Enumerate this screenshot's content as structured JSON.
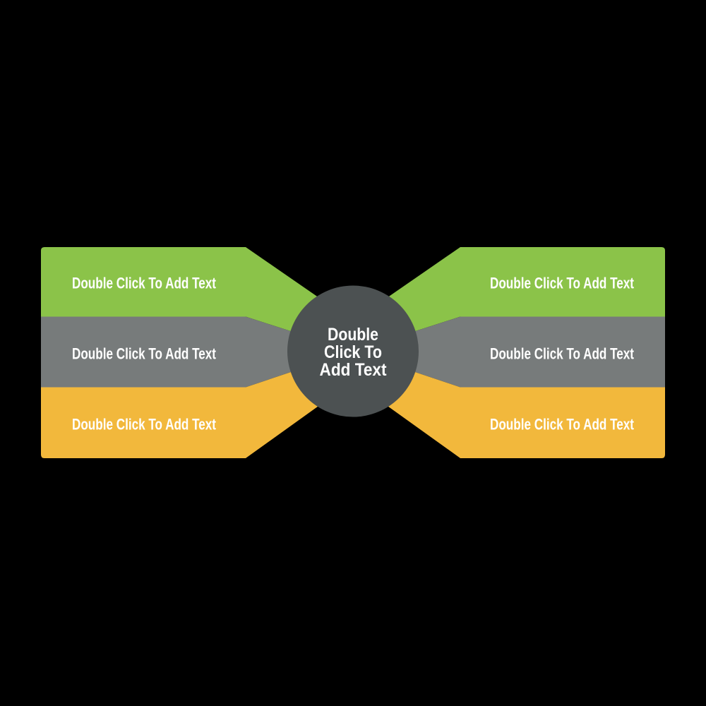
{
  "canvas": {
    "background": "#000000"
  },
  "palette": {
    "green": "#8BC349",
    "gray": "#777B7B",
    "yellow": "#F2B83C",
    "circle_fill": "#4C5152",
    "label_color": "#FFFFFF"
  },
  "center_circle": {
    "line1": "Double",
    "line2": "Click To",
    "line3": "Add Text"
  },
  "left_bars": [
    {
      "id": "green",
      "label": "Double Click To Add Text"
    },
    {
      "id": "gray",
      "label": "Double Click To Add Text"
    },
    {
      "id": "yellow",
      "label": "Double Click To Add Text"
    }
  ],
  "right_bars": [
    {
      "id": "green",
      "label": "Double Click To Add Text"
    },
    {
      "id": "gray",
      "label": "Double Click To Add Text"
    },
    {
      "id": "yellow",
      "label": "Double Click To Add Text"
    }
  ]
}
